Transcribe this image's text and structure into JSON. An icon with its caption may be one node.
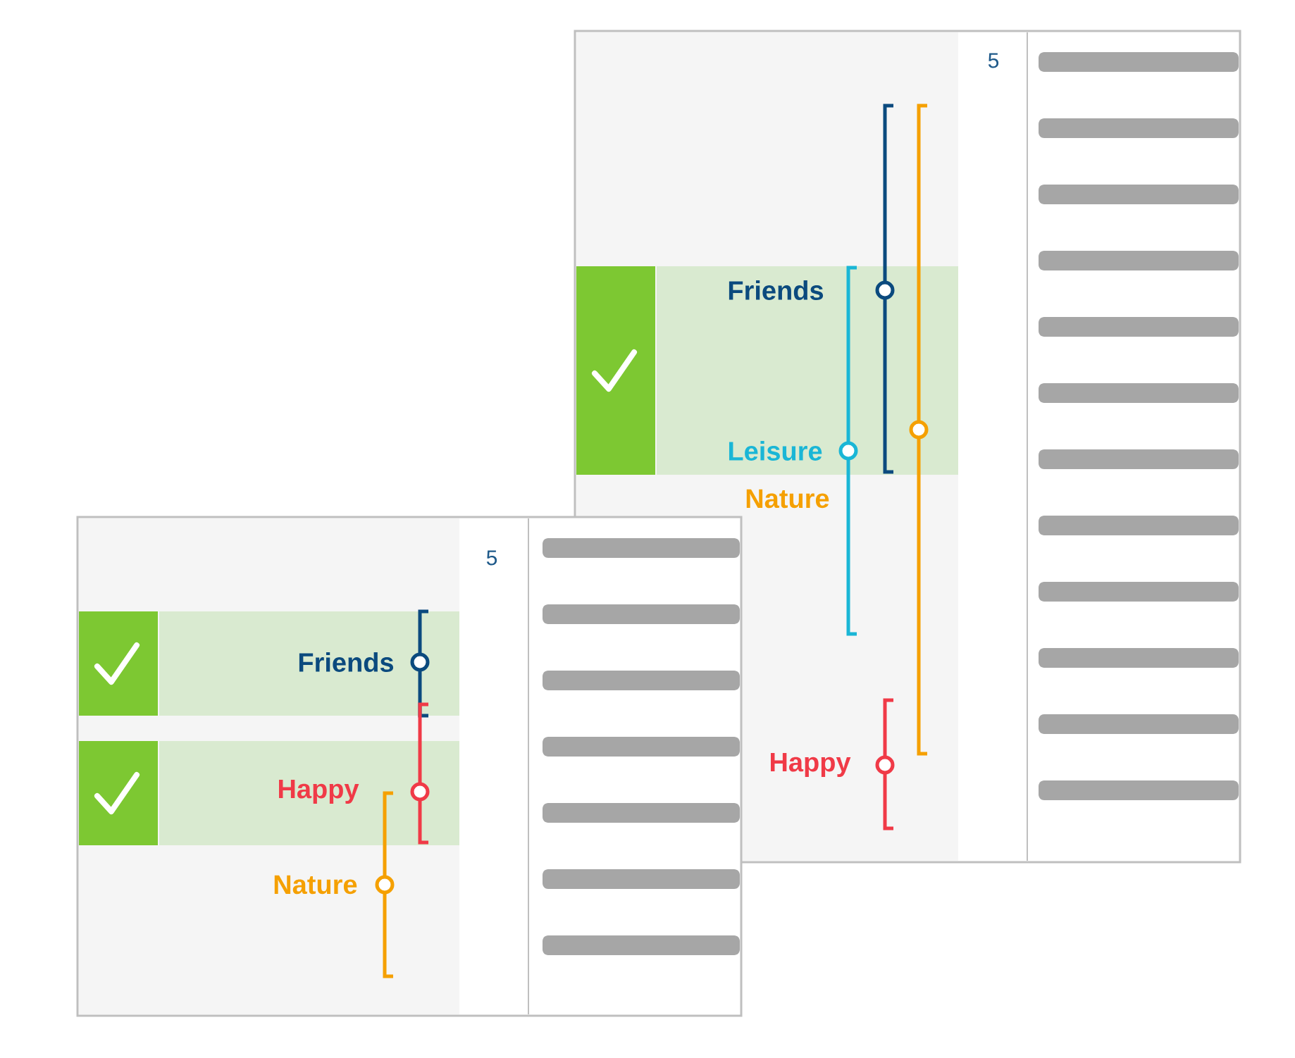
{
  "diagram": {
    "labels": [
      "5",
      "Friends",
      "Leisure",
      "Nature",
      "Happy",
      "5",
      "Friends",
      "Happy",
      "Nature"
    ]
  }
}
